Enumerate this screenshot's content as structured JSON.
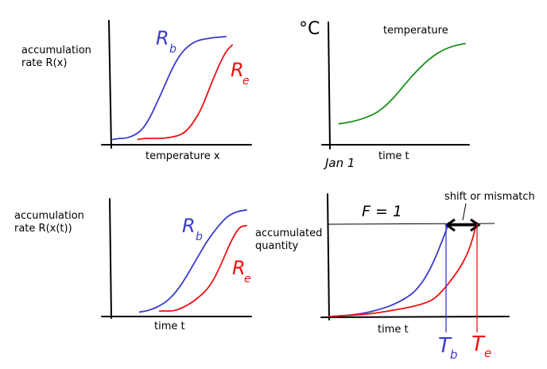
{
  "colors": {
    "blue": "#3a3ad0",
    "red": "#ee1111",
    "green": "#169216",
    "black": "#000000"
  },
  "chart_data": [
    {
      "type": "line",
      "ylabel": "accumulation\nrate R(x)",
      "xlabel": "temperature x",
      "series": [
        {
          "name": "R_b",
          "color": "blue",
          "x": [
            0,
            0.05,
            0.1,
            0.15,
            0.2,
            0.25,
            0.3,
            0.35,
            0.4,
            0.45,
            0.5,
            0.55,
            0.6,
            0.65,
            0.7,
            0.75,
            0.8,
            0.85,
            0.9
          ],
          "y": [
            0.02,
            0.03,
            0.03,
            0.05,
            0.08,
            0.14,
            0.24,
            0.37,
            0.5,
            0.64,
            0.76,
            0.85,
            0.91,
            0.95,
            0.97,
            0.98,
            0.99,
            0.995,
            1.0
          ]
        },
        {
          "name": "R_e",
          "color": "red",
          "x": [
            0.2,
            0.25,
            0.3,
            0.35,
            0.4,
            0.45,
            0.5,
            0.55,
            0.6,
            0.65,
            0.7,
            0.75,
            0.8,
            0.85,
            0.9,
            0.95
          ],
          "y": [
            0.02,
            0.03,
            0.03,
            0.03,
            0.03,
            0.04,
            0.05,
            0.07,
            0.12,
            0.2,
            0.3,
            0.45,
            0.6,
            0.74,
            0.86,
            0.92
          ]
        }
      ],
      "annotations": [
        "R_b",
        "R_e"
      ]
    },
    {
      "type": "line",
      "title": "temperature",
      "ylabel": "°C",
      "xlabel": "time t",
      "tick_labels": [
        "Jan 1"
      ],
      "series": [
        {
          "color": "green",
          "x": [
            0.05,
            0.15,
            0.25,
            0.35,
            0.45,
            0.55,
            0.65,
            0.75,
            0.85,
            0.95,
            1.0
          ],
          "y": [
            0.05,
            0.07,
            0.11,
            0.17,
            0.29,
            0.45,
            0.6,
            0.72,
            0.8,
            0.84,
            0.85
          ]
        }
      ]
    },
    {
      "type": "line",
      "ylabel": "accumulation\nrate R(x(t))",
      "xlabel": "time t",
      "series": [
        {
          "name": "R_b",
          "color": "blue",
          "x": [
            0.2,
            0.25,
            0.3,
            0.35,
            0.4,
            0.45,
            0.5,
            0.55,
            0.6,
            0.65,
            0.7,
            0.75,
            0.8,
            0.85,
            0.9,
            0.95,
            1.0
          ],
          "y": [
            0.02,
            0.03,
            0.05,
            0.08,
            0.12,
            0.18,
            0.26,
            0.36,
            0.47,
            0.58,
            0.69,
            0.78,
            0.86,
            0.93,
            0.97,
            0.99,
            1.0
          ]
        },
        {
          "name": "R_e",
          "color": "red",
          "x": [
            0.35,
            0.4,
            0.45,
            0.5,
            0.55,
            0.6,
            0.65,
            0.7,
            0.75,
            0.8,
            0.85,
            0.9,
            0.95,
            1.0
          ],
          "y": [
            0.03,
            0.03,
            0.03,
            0.05,
            0.08,
            0.12,
            0.17,
            0.23,
            0.32,
            0.45,
            0.6,
            0.74,
            0.84,
            0.85
          ]
        }
      ],
      "annotations": [
        "R_b",
        "R_e"
      ]
    },
    {
      "type": "line",
      "ylabel": "accumulated\nquantity",
      "xlabel": "time t",
      "tick_labels": [
        "T_b",
        "T_e"
      ],
      "annotations": [
        "F = 1",
        "shift or mismatch"
      ],
      "threshold": {
        "label": "F = 1",
        "y": 1.0
      },
      "series": [
        {
          "name": "blue",
          "color": "blue",
          "x": [
            0,
            0.1,
            0.2,
            0.3,
            0.4,
            0.5,
            0.55,
            0.6,
            0.65,
            0.7,
            0.73
          ],
          "y": [
            0,
            0.01,
            0.03,
            0.07,
            0.13,
            0.23,
            0.32,
            0.45,
            0.63,
            0.85,
            1.0
          ]
        },
        {
          "name": "red",
          "color": "red",
          "x": [
            0,
            0.1,
            0.2,
            0.3,
            0.4,
            0.5,
            0.6,
            0.65,
            0.7,
            0.75,
            0.8,
            0.85,
            0.88,
            0.9
          ],
          "y": [
            0,
            0.01,
            0.02,
            0.04,
            0.07,
            0.1,
            0.15,
            0.2,
            0.29,
            0.4,
            0.52,
            0.69,
            0.85,
            1.0
          ]
        }
      ]
    }
  ]
}
